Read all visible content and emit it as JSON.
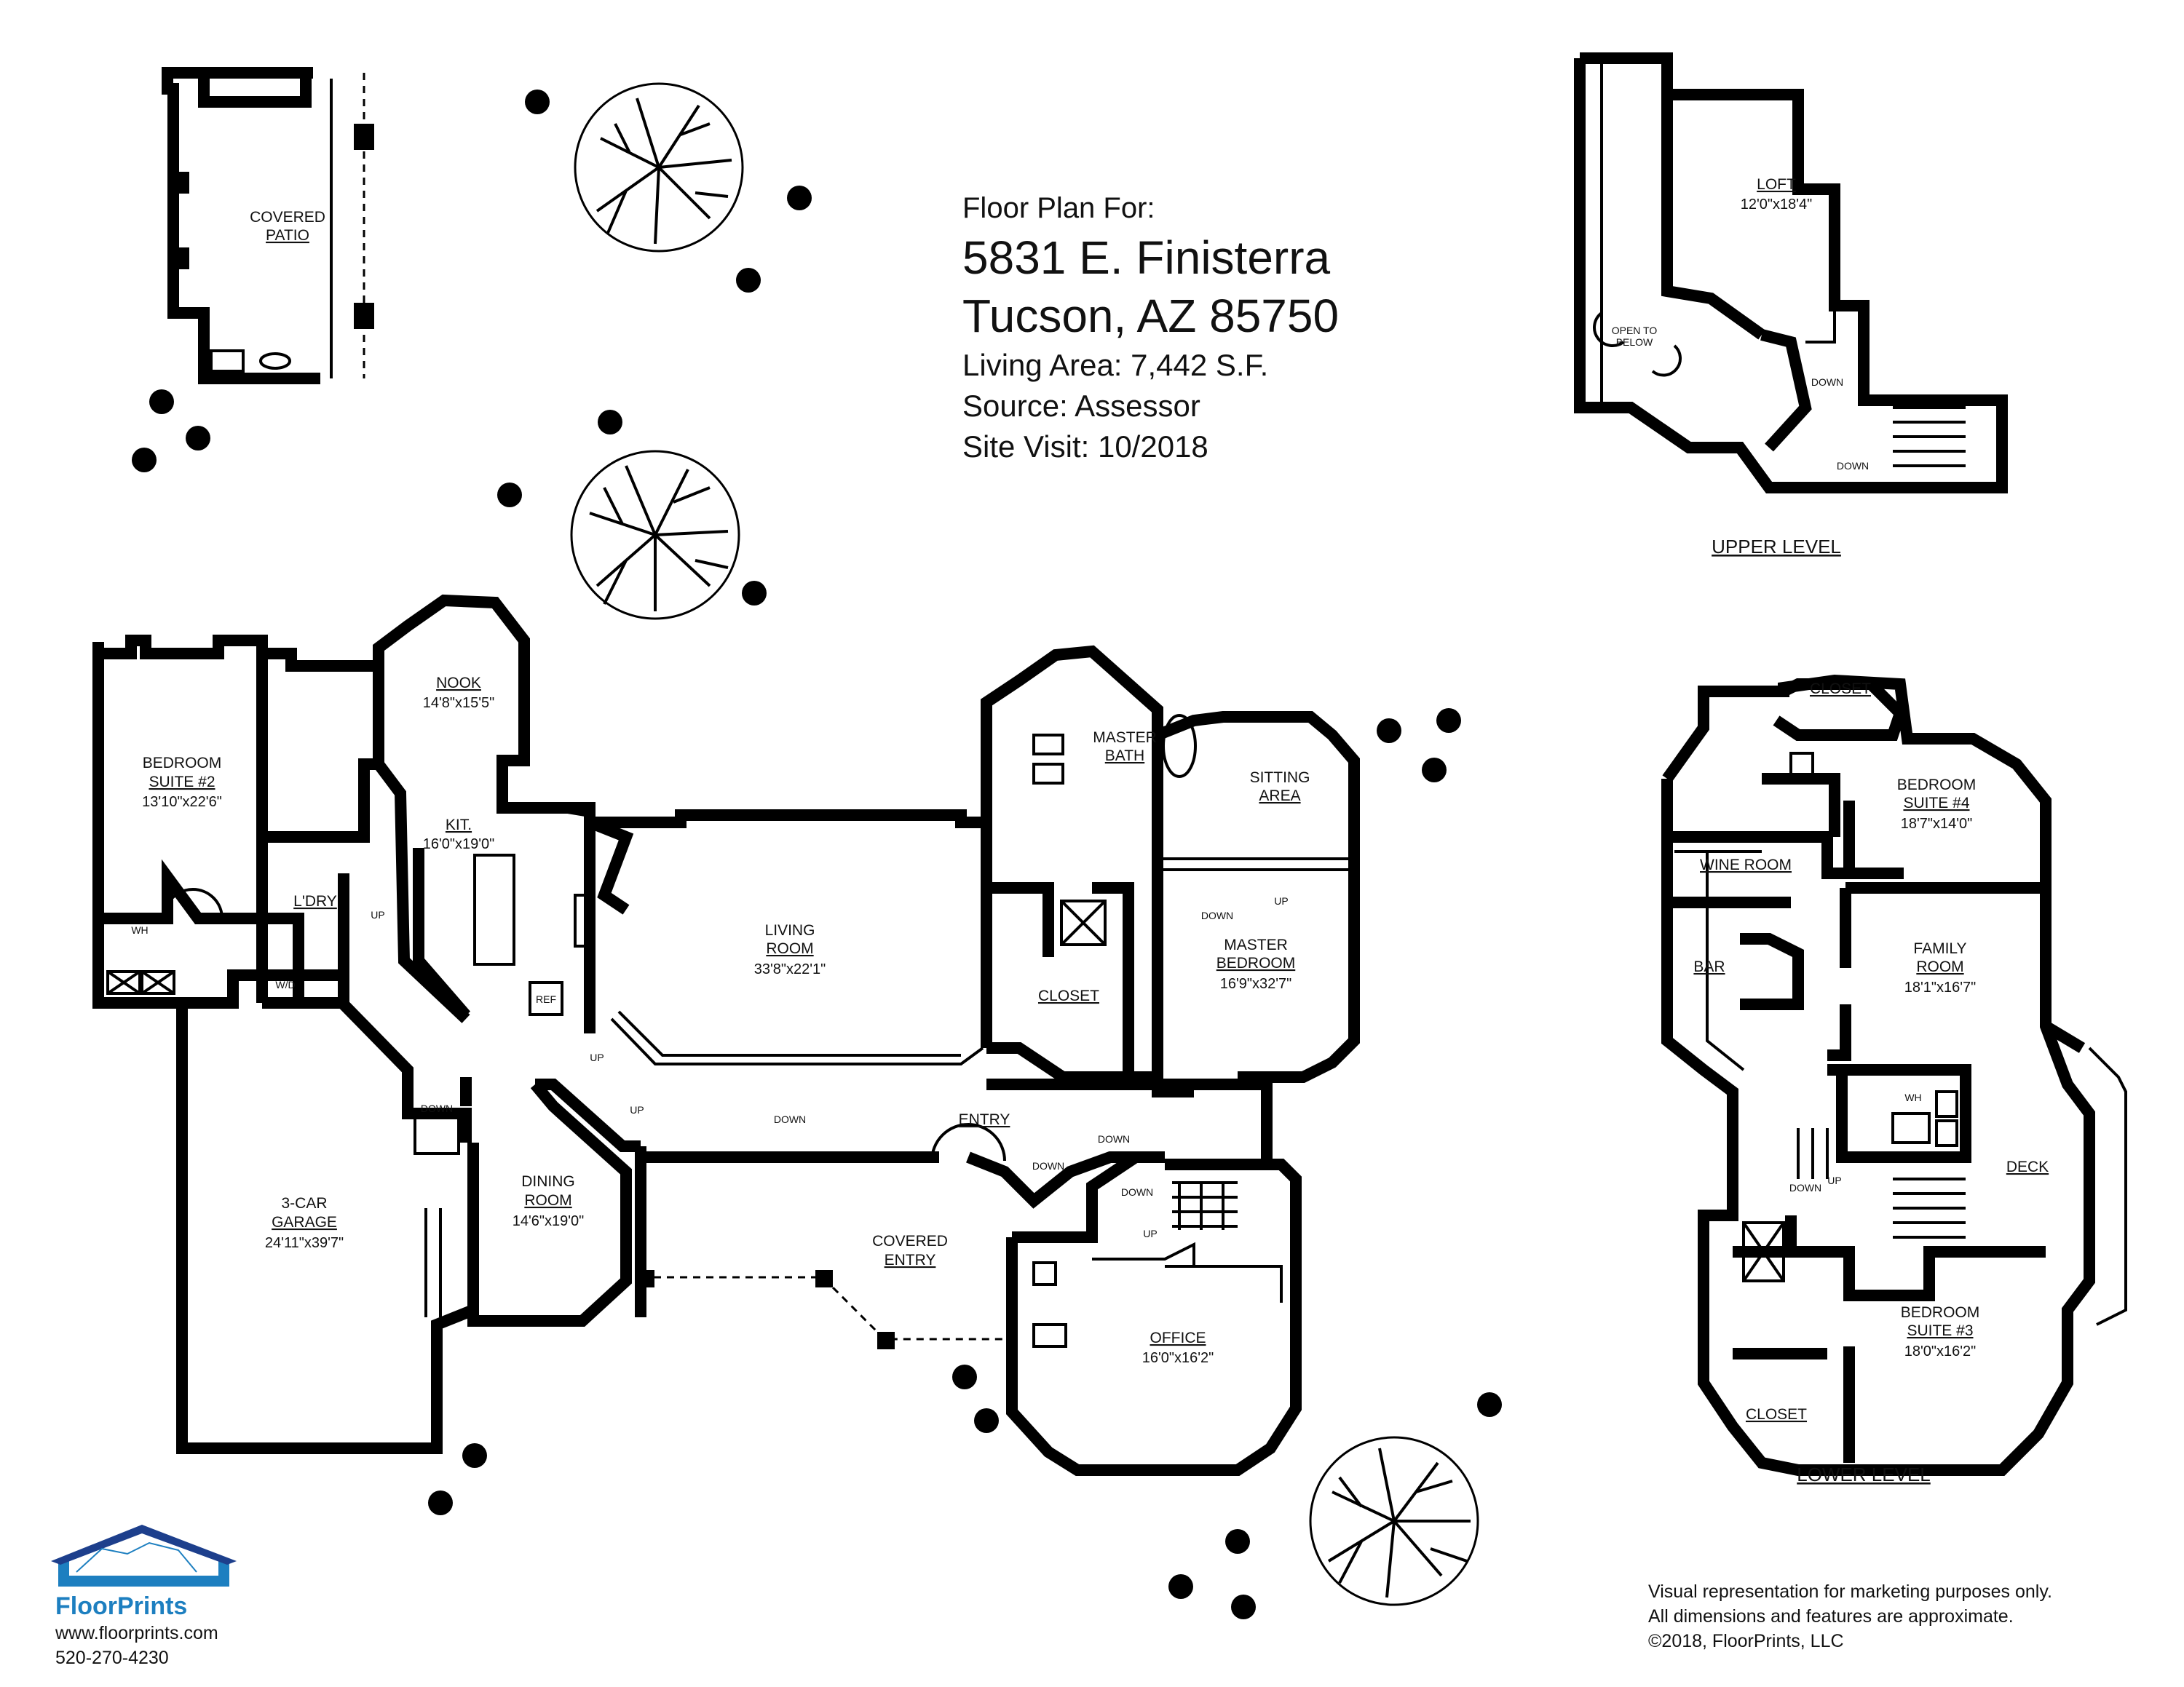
{
  "title": {
    "prefix": "Floor Plan For:",
    "street": "5831 E. Finisterra",
    "city": "Tucson, AZ  85750",
    "living_area": "Living Area:  7,442 S.F.",
    "source": "Source:  Assessor",
    "site_visit": "Site Visit:  10/2018"
  },
  "main_level": {
    "rooms": {
      "covered_patio": [
        "COVERED",
        "PATIO"
      ],
      "bedroom2": [
        "BEDROOM",
        "SUITE #2",
        "13'10\"x22'6\""
      ],
      "nook": [
        "NOOK",
        "14'8\"x15'5\""
      ],
      "kit": [
        "KIT.",
        "16'0\"x19'0\""
      ],
      "living": [
        "LIVING",
        "ROOM",
        "33'8\"x22'1\""
      ],
      "master_bath": [
        "MASTER",
        "BATH"
      ],
      "sitting": [
        "SITTING",
        "AREA"
      ],
      "master_bed": [
        "MASTER",
        "BEDROOM",
        "16'9\"x32'7\""
      ],
      "closet": "CLOSET",
      "ldry": "L'DRY",
      "wh": "WH",
      "wd": "W/D",
      "ref": "REF",
      "garage": [
        "3-CAR",
        "GARAGE",
        "24'11\"x39'7\""
      ],
      "dining": [
        "DINING",
        "ROOM",
        "14'6\"x19'0\""
      ],
      "entry": "ENTRY",
      "covered_entry": [
        "COVERED",
        "ENTRY"
      ],
      "office": [
        "OFFICE",
        "16'0\"x16'2\""
      ]
    },
    "stairs": {
      "up": "UP",
      "down": "DOWN"
    }
  },
  "upper_level": {
    "label": "UPPER LEVEL",
    "loft": [
      "LOFT",
      "12'0\"x18'4\""
    ],
    "open_to_below": [
      "OPEN TO",
      "BELOW"
    ],
    "down": "DOWN"
  },
  "lower_level": {
    "label": "LOWER LEVEL",
    "closet": "CLOSET",
    "bedroom4": [
      "BEDROOM",
      "SUITE #4",
      "18'7\"x14'0\""
    ],
    "wine_room": "WINE ROOM",
    "bar": "BAR",
    "family": [
      "FAMILY",
      "ROOM",
      "18'1\"x16'7\""
    ],
    "deck": "DECK",
    "bedroom3": [
      "BEDROOM",
      "SUITE #3",
      "18'0\"x16'2\""
    ],
    "wh": "WH",
    "up": "UP",
    "down": "DOWN"
  },
  "brand": {
    "name": "FloorPrints",
    "website": "www.floorprints.com",
    "phone": "520-270-4230",
    "accent": "#1d7fc0"
  },
  "disclaimer": {
    "line1": "Visual representation for marketing purposes only.",
    "line2": "All dimensions and features are approximate.",
    "line3": "©2018, FloorPrints, LLC"
  }
}
